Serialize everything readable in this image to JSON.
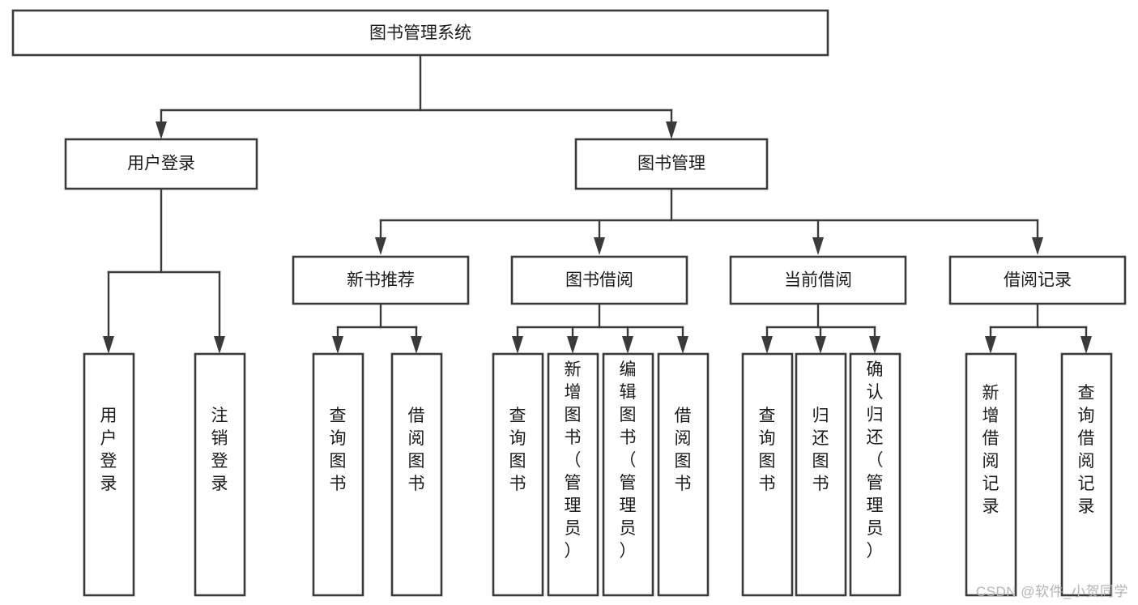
{
  "diagram": {
    "type": "tree",
    "title": "图书管理系统",
    "orientation": "top-down",
    "watermark": "CSDN @软件_小贺同学",
    "colors": {
      "box_stroke": "#3a3a3a",
      "box_fill": "#ffffff",
      "connector": "#3a3a3a",
      "text": "#1b1b1b",
      "background": "#ffffff",
      "watermark": "#b4b4b4"
    },
    "nodes": {
      "root": {
        "label": "图书管理系统"
      },
      "level2": [
        {
          "id": "user-login",
          "label": "用户登录"
        },
        {
          "id": "book-manage",
          "label": "图书管理"
        }
      ],
      "level3": [
        {
          "id": "new-book-rec",
          "label": "新书推荐"
        },
        {
          "id": "book-borrow",
          "label": "图书借阅"
        },
        {
          "id": "current-borrow",
          "label": "当前借阅"
        },
        {
          "id": "borrow-record",
          "label": "借阅记录"
        }
      ],
      "leaves": {
        "user_login": [
          {
            "id": "leaf-user-login",
            "label": "用户登录"
          },
          {
            "id": "leaf-logout",
            "label": "注销登录"
          }
        ],
        "new_book_rec": [
          {
            "id": "leaf-query-book-1",
            "label": "查询图书"
          },
          {
            "id": "leaf-borrow-book-1",
            "label": "借阅图书"
          }
        ],
        "book_borrow": [
          {
            "id": "leaf-query-book-2",
            "label": "查询图书"
          },
          {
            "id": "leaf-add-book",
            "label": "新增图书（管理员）"
          },
          {
            "id": "leaf-edit-book",
            "label": "编辑图书（管理员）"
          },
          {
            "id": "leaf-borrow-book-2",
            "label": "借阅图书"
          }
        ],
        "current_borrow": [
          {
            "id": "leaf-query-book-3",
            "label": "查询图书"
          },
          {
            "id": "leaf-return-book",
            "label": "归还图书"
          },
          {
            "id": "leaf-confirm-return",
            "label": "确认归还（管理员）"
          }
        ],
        "borrow_record": [
          {
            "id": "leaf-add-record",
            "label": "新增借阅记录"
          },
          {
            "id": "leaf-query-record",
            "label": "查询借阅记录"
          }
        ]
      }
    }
  }
}
